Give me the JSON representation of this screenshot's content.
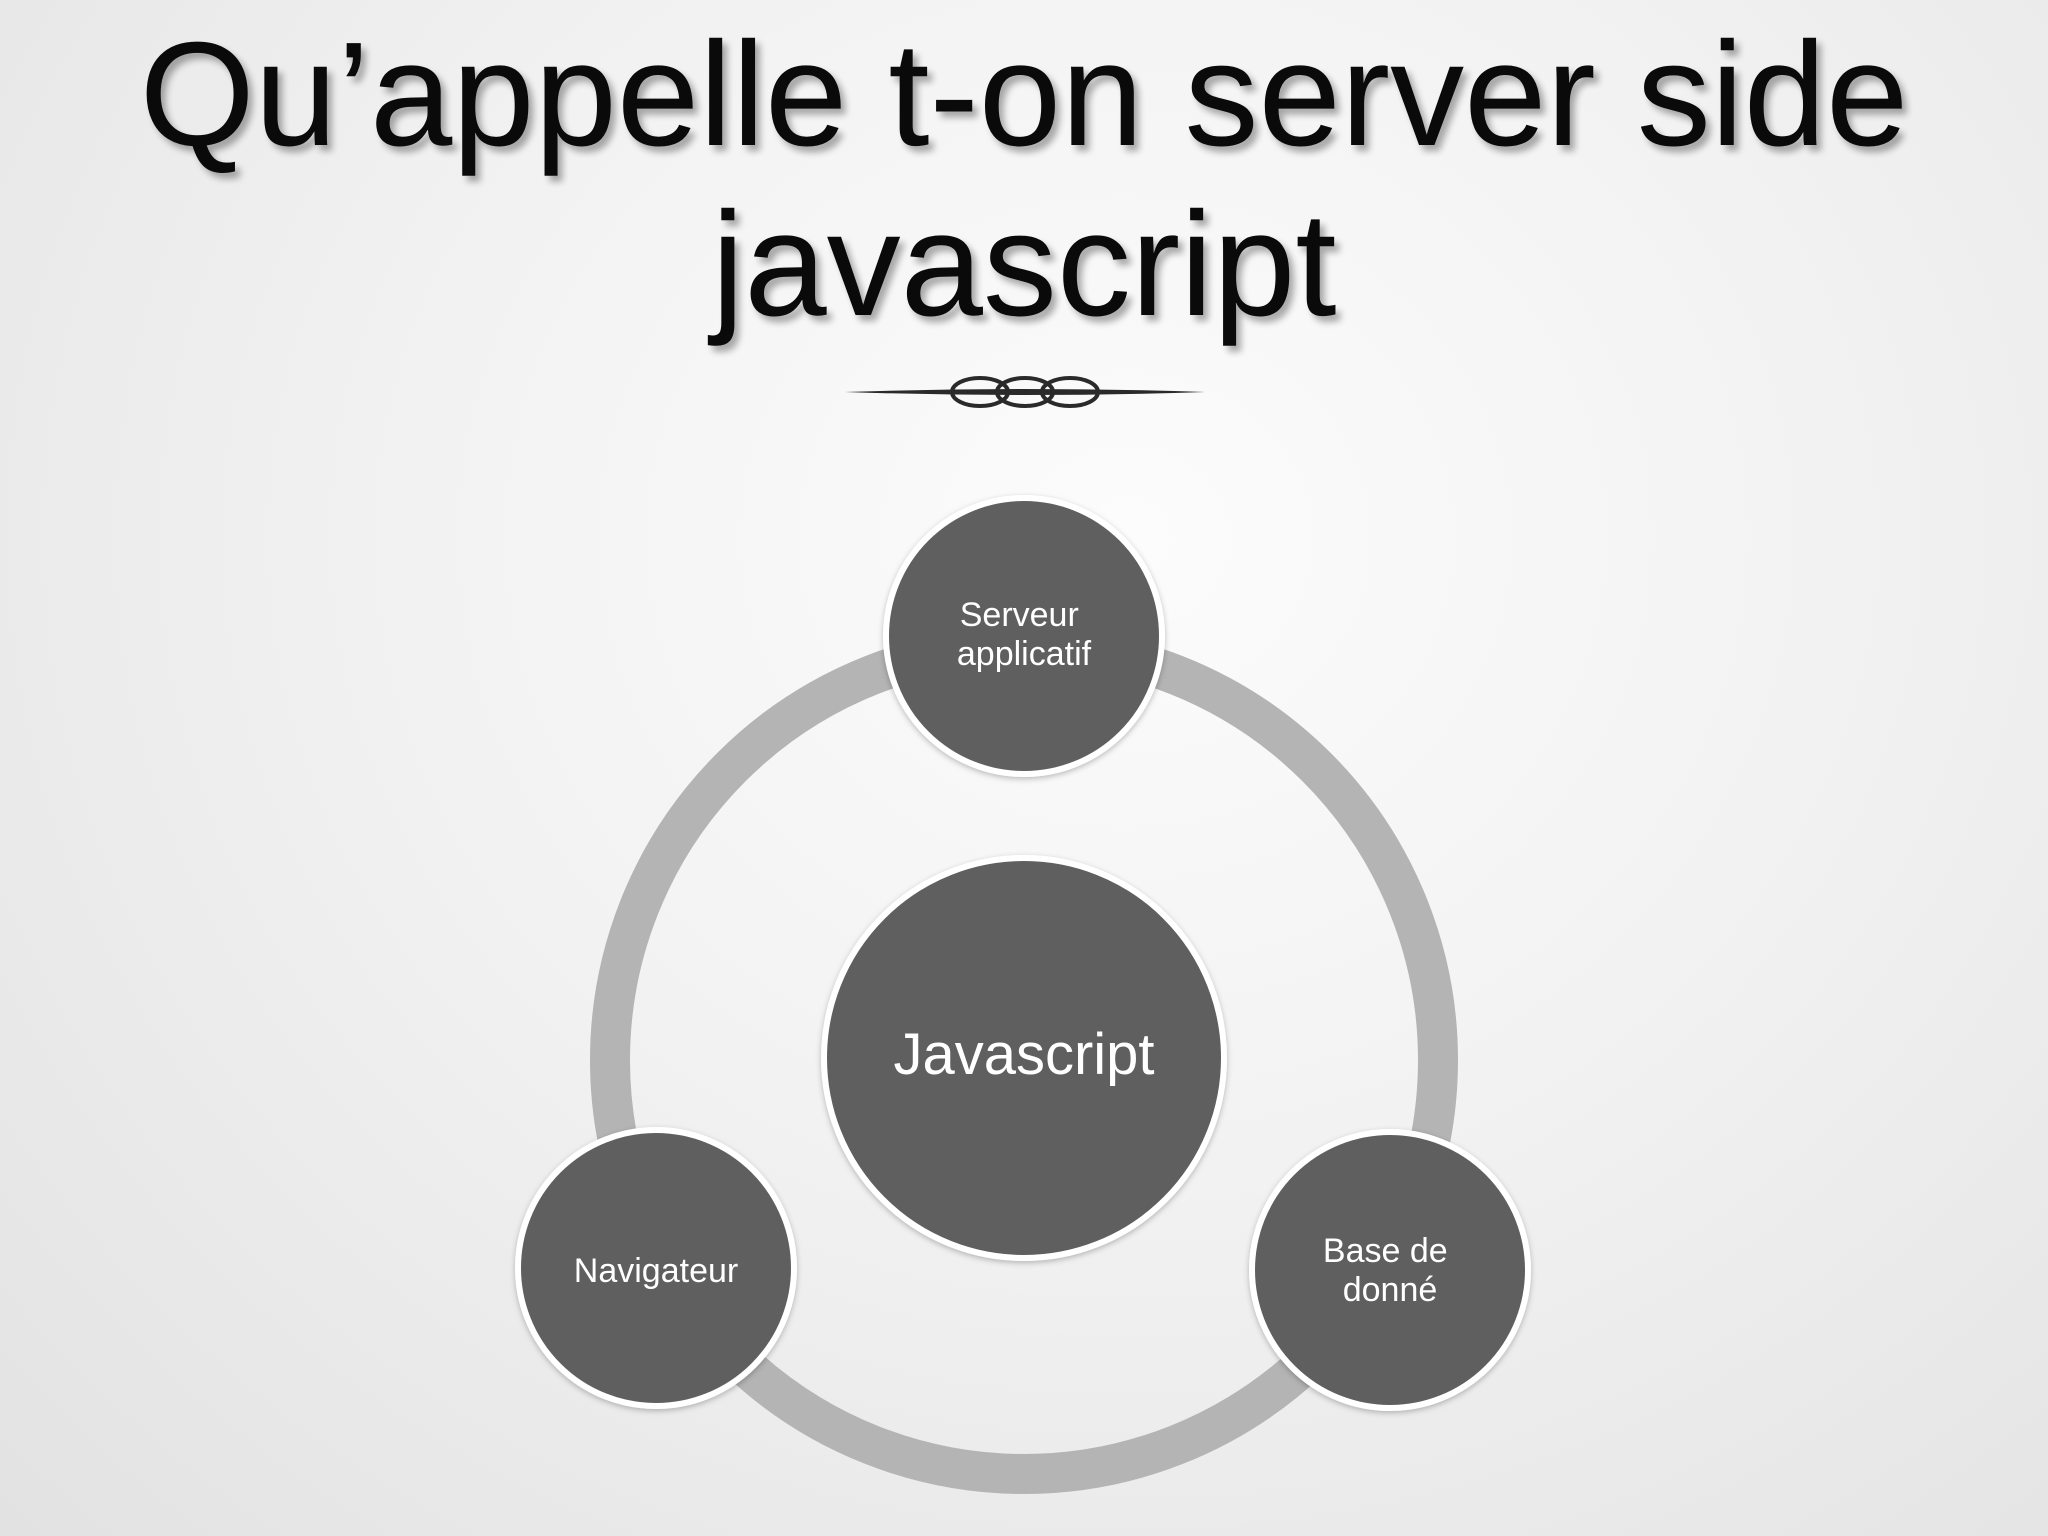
{
  "slide": {
    "title_line1": "Qu’appelle t-on server side",
    "title_line2": "javascript"
  },
  "diagram": {
    "center": {
      "label": "Javascript"
    },
    "nodes": [
      {
        "id": "serveur",
        "line1": "Serveur",
        "line2": "applicatif"
      },
      {
        "id": "bdd",
        "line1": "Base de",
        "line2": "donné"
      },
      {
        "id": "navigateur",
        "line1": "Navigateur"
      }
    ],
    "colors": {
      "node_fill": "#5e5e5e",
      "ring": "#b4b4b4",
      "node_border": "#ffffff",
      "title": "#0a0a0a"
    }
  }
}
